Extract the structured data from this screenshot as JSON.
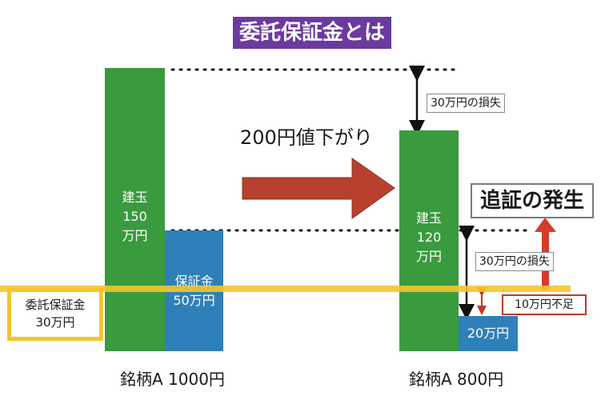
{
  "title": "委託保証金とは",
  "headline": "200円値下がり",
  "stock_a": {
    "caption": "銘柄A 1000円",
    "position_label": [
      "建玉",
      "150",
      "万円"
    ],
    "margin_label": [
      "保証金",
      "50万円"
    ]
  },
  "stock_b": {
    "caption": "銘柄A 800円",
    "position_label": [
      "建玉",
      "120",
      "万円"
    ],
    "remaining_label": "20万円"
  },
  "loss_top_label": "30万円の損失",
  "loss_mid_label": "30万円の損失",
  "required_margin_label": [
    "委託保証金",
    "30万円"
  ],
  "shortfall_label": "10万円不足",
  "alert_label": "追証の発生",
  "colors": {
    "title_bg": "#6b3aa0",
    "position_green": "#3a9a3e",
    "margin_blue": "#2f80b8",
    "threshold_yellow": "#f2c62c",
    "arrow_red": "#b8402e",
    "alert_red": "#d93a2b"
  }
}
